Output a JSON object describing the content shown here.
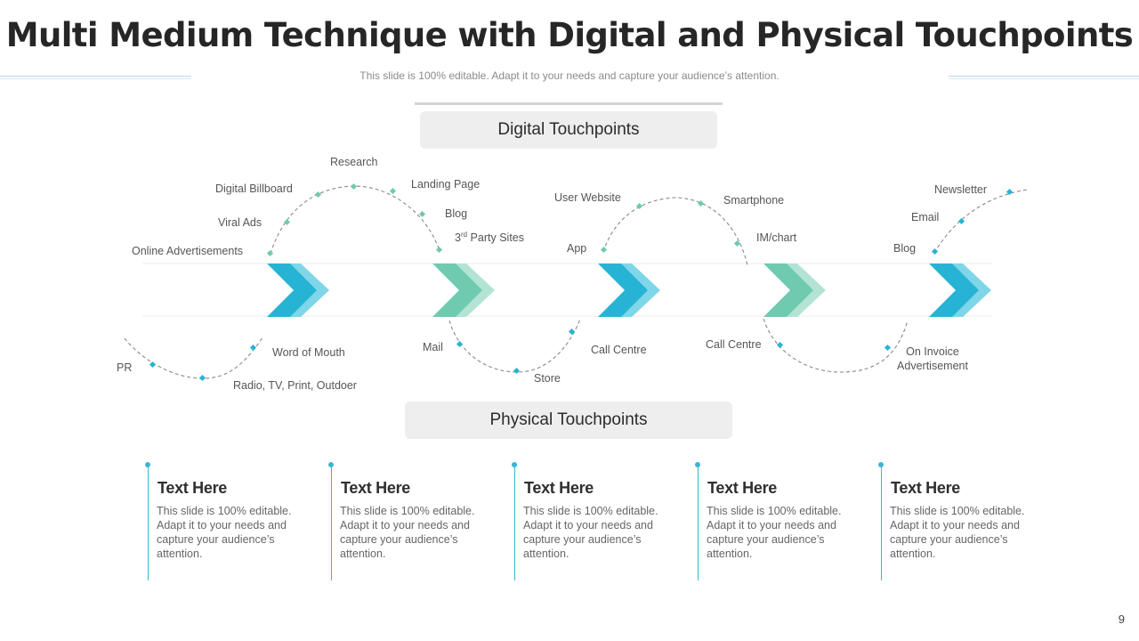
{
  "title": "Multi Medium Technique with Digital and Physical Touchpoints",
  "subtitle": "This slide is 100% editable. Adapt it to your needs and capture your audience’s attention.",
  "digital_header": "Digital Touchpoints",
  "physical_header": "Physical  Touchpoints",
  "digital_labels": {
    "online_ads": "Online Advertisements",
    "viral_ads": "Viral Ads",
    "digital_billboard": "Digital Billboard",
    "research": "Research",
    "landing_page": "Landing Page",
    "blog_1": "Blog",
    "third_party_num": "3",
    "third_party_sup": "rd",
    "third_party_rest": " Party Sites",
    "app": "App",
    "user_website": "User Website",
    "smartphone": "Smartphone",
    "im_chart": "IM/chart",
    "blog_2": "Blog",
    "email": "Email",
    "newsletter": "Newsletter"
  },
  "physical_labels": {
    "pr": "PR",
    "radio_tv": "Radio, TV, Print, Outdoer",
    "word_of_mouth": "Word of Mouth",
    "mail": "Mail",
    "store": "Store",
    "call_centre_1": "Call Centre",
    "call_centre_2": "Call Centre",
    "on_invoice_1": "On Invoice",
    "on_invoice_2": "Advertisement"
  },
  "colors": {
    "blue": "#27b4d4",
    "blue_light": "#7fd6e8",
    "green": "#6fcab0",
    "green_light": "#b3e3d4",
    "accent_line": "#3bb5cf"
  },
  "arrows": [
    "blue",
    "green",
    "blue",
    "green",
    "blue"
  ],
  "cards": [
    {
      "title": "Text Here",
      "text": "This slide is 100% editable. Adapt it to your needs and capture your audience’s attention."
    },
    {
      "title": "Text Here",
      "text": "This slide is 100% editable. Adapt it to your needs and capture your audience’s attention."
    },
    {
      "title": "Text Here",
      "text": "This slide is 100% editable. Adapt it to your needs and capture your audience’s attention."
    },
    {
      "title": "Text Here",
      "text": "This slide is 100% editable. Adapt it to your needs and capture your audience’s attention."
    },
    {
      "title": "Text Here",
      "text": "This slide is 100% editable. Adapt it to your needs and capture your audience’s attention."
    }
  ],
  "page_number": "9"
}
